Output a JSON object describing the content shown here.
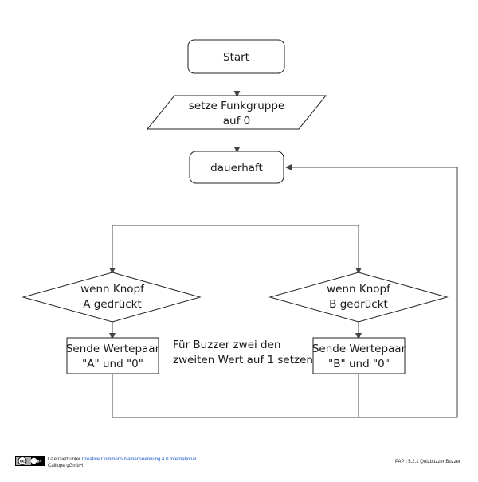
{
  "flowchart": {
    "start": "Start",
    "set_group": [
      "setze Funkgruppe",
      "auf 0"
    ],
    "forever": "dauerhaft",
    "if_a": [
      "wenn Knopf",
      "A gedrückt"
    ],
    "if_b": [
      "wenn Knopf",
      "B gedrückt"
    ],
    "send_a": [
      "Sende Wertepaar",
      "\"A\" und \"0\""
    ],
    "send_b": [
      "Sende Wertepaar",
      "\"B\" und \"0\""
    ],
    "note": [
      "Für Buzzer zwei den",
      "zweiten Wert auf 1 setzen"
    ]
  },
  "footer": {
    "license_prefix": "Lizenziert unter ",
    "license_link": "Creative Commons Namensnennung 4.0 International.",
    "company": "Calliope gGmbH",
    "right": "PAP | 5.2.1 Quizbuzzer Buzzer",
    "badge_text": "cc",
    "badge_by": "BY"
  },
  "colors": {
    "stroke": "#222222",
    "line": "#444444",
    "link": "#1a56c8"
  }
}
